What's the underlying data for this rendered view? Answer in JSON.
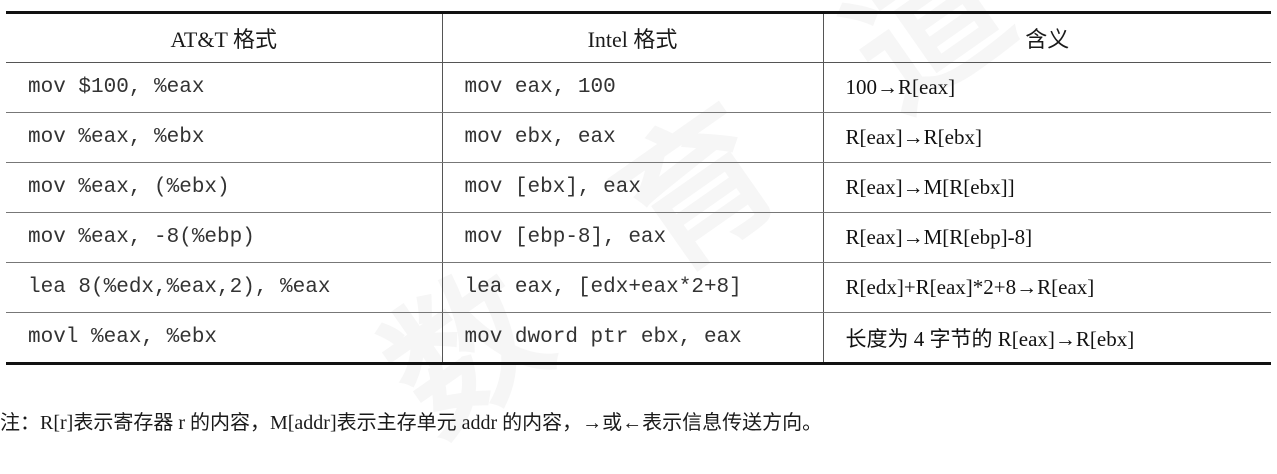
{
  "table": {
    "headers": [
      "AT&T 格式",
      "Intel 格式",
      "含义"
    ],
    "rows": [
      {
        "att": "mov $100, %eax",
        "intel": "mov eax, 100",
        "meaning": "100→R[eax]"
      },
      {
        "att": "mov %eax, %ebx",
        "intel": "mov ebx, eax",
        "meaning": "R[eax]→R[ebx]"
      },
      {
        "att": "mov %eax, (%ebx)",
        "intel": "mov [ebx], eax",
        "meaning": "R[eax]→M[R[ebx]]"
      },
      {
        "att": "mov %eax, -8(%ebp)",
        "intel": "mov [ebp-8], eax",
        "meaning": "R[eax]→M[R[ebp]-8]"
      },
      {
        "att": "lea 8(%edx,%eax,2), %eax",
        "intel": "lea eax, [edx+eax*2+8]",
        "meaning": "R[edx]+R[eax]*2+8→R[eax]"
      },
      {
        "att": "movl %eax, %ebx",
        "intel": "mov dword ptr ebx, eax",
        "meaning": "长度为 4 字节的 R[eax]→R[ebx]"
      }
    ]
  },
  "note": "注：R[r]表示寄存器 r 的内容，M[addr]表示主存单元 addr 的内容，→或←表示信息传送方向。"
}
